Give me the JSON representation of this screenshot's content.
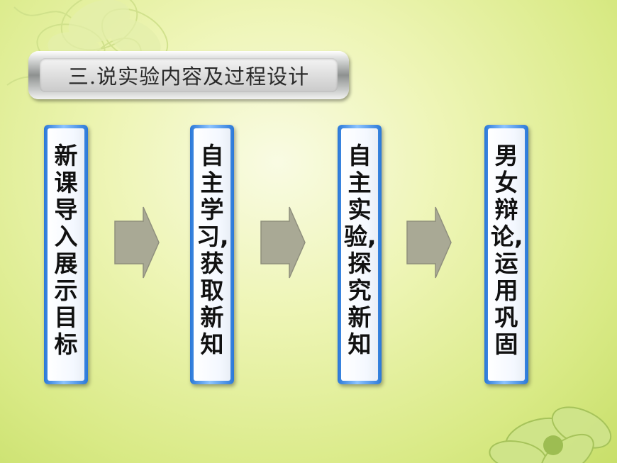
{
  "title": "三.说实验内容及过程设计",
  "steps": [
    {
      "label": "新课导入　展示目标"
    },
    {
      "label": "自主学习,获取新知"
    },
    {
      "label": "自主实验,探究新知"
    },
    {
      "label": "男女辩论,运用巩固"
    }
  ],
  "colors": {
    "background": "#e7f1a4",
    "step_border": "#2a78d8",
    "arrow_fill": "#a9a995"
  },
  "icons": [
    "flower-decoration-icon",
    "arrow-right-icon"
  ]
}
